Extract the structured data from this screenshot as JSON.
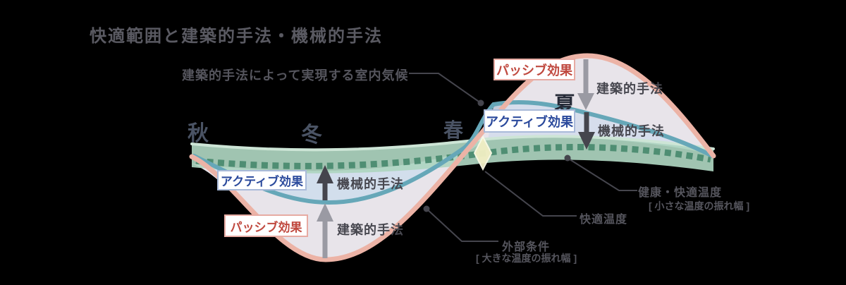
{
  "title": "快適範囲と建築的手法・機械的手法",
  "seasons": {
    "autumn": "秋",
    "winter": "冬",
    "spring": "春",
    "summer": "夏"
  },
  "labels": {
    "passive_effect": "パッシブ効果",
    "active_effect": "アクティブ効果",
    "architectural_method": "建築的手法",
    "mechanical_method": "機械的手法"
  },
  "annotations": {
    "indoor_climate": "建築的手法によって実現する室内気候",
    "comfort_temp": "快適温度",
    "health_comfort_temp": "健康・快適温度",
    "health_comfort_note": "[ 小さな温度の振れ幅 ]",
    "external_conditions": "外部条件",
    "external_conditions_note": "[ 大きな温度の振れ幅 ]"
  },
  "colors": {
    "title": "#5a5a62",
    "season": "#4a5364",
    "summer": "#262b38",
    "anno": "#55555d",
    "method": "#47474f",
    "passive-border": "#e7aba3",
    "passive-text": "#c0493f",
    "active-border": "#a9bad9",
    "active-text": "#2b4a9c",
    "lavender": "#e8e4ea",
    "blue-left": "#cfddeb",
    "blue-right": "#d4dcec",
    "band": "#aed5c0",
    "band-light": "#cde5d6",
    "dash": "#4f8e73",
    "teal": "#66a7b8",
    "pink": "#ecb3a6",
    "gray-arrow": "#9a9aa3",
    "dark-arrow": "#45454d",
    "line": "#45454d",
    "diamond": "#f2efc4",
    "diamond-edge": "#fbfae6"
  }
}
